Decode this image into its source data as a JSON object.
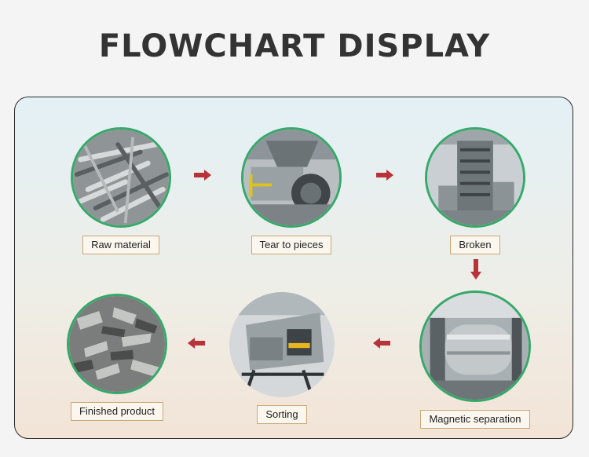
{
  "title": "FLOWCHART DISPLAY",
  "colors": {
    "ring": "#36a96a",
    "arrow": "#b8323a",
    "label_border": "#c9a776"
  },
  "steps": [
    {
      "label": "Raw material",
      "image": "scrap-metal-pile-image"
    },
    {
      "label": "Tear to pieces",
      "image": "shredder-machine-image"
    },
    {
      "label": "Broken",
      "image": "vertical-crusher-image"
    },
    {
      "label": "Magnetic separation",
      "image": "magnetic-separator-image"
    },
    {
      "label": "Sorting",
      "image": "sorting-machine-image"
    },
    {
      "label": "Finished product",
      "image": "metal-chips-image"
    }
  ],
  "arrows": [
    {
      "direction": "right"
    },
    {
      "direction": "right"
    },
    {
      "direction": "down"
    },
    {
      "direction": "left"
    },
    {
      "direction": "left"
    }
  ]
}
